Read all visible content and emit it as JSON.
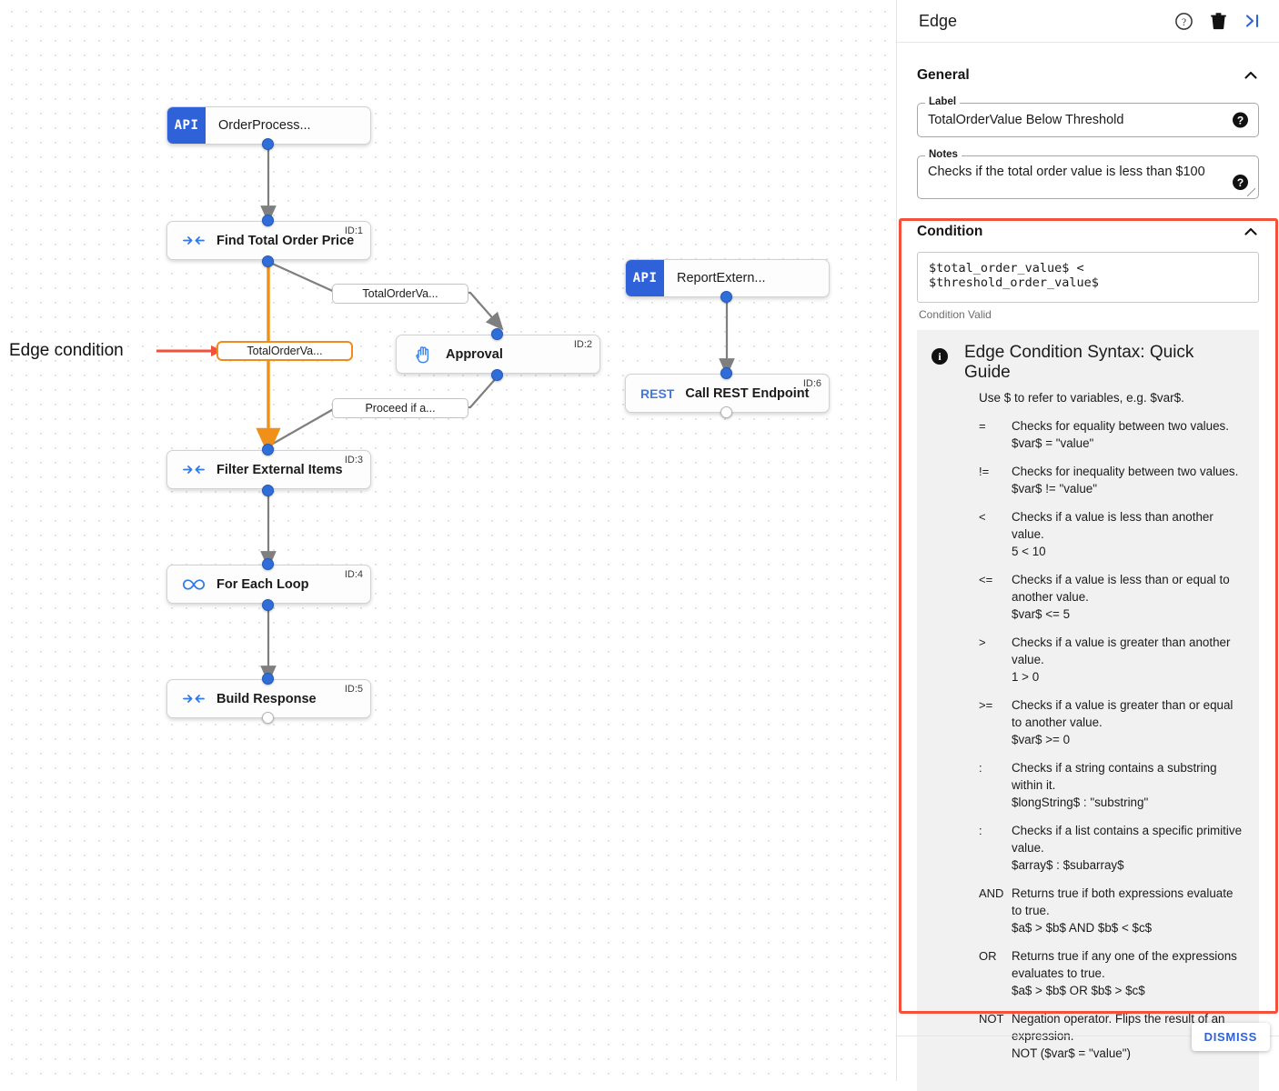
{
  "canvas": {
    "annotation": "Edge condition",
    "nodes": [
      {
        "id": "n0",
        "type": "api",
        "badge": "API",
        "title": "OrderProcess...",
        "idlabel": ""
      },
      {
        "id": "n1",
        "type": "icon",
        "icon": "arrows-in-icon",
        "title": "Find Total Order Price",
        "idlabel": "ID:1"
      },
      {
        "id": "n2",
        "type": "icon",
        "icon": "hand-icon",
        "title": "Approval",
        "idlabel": "ID:2"
      },
      {
        "id": "n3",
        "type": "icon",
        "icon": "arrows-in-icon",
        "title": "Filter External Items",
        "idlabel": "ID:3"
      },
      {
        "id": "n4",
        "type": "icon",
        "icon": "infinity-icon",
        "title": "For Each Loop",
        "idlabel": "ID:4"
      },
      {
        "id": "n5",
        "type": "icon",
        "icon": "arrows-in-icon",
        "title": "Build Response",
        "idlabel": "ID:5"
      },
      {
        "id": "n6",
        "type": "api",
        "badge": "API",
        "title": "ReportExtern...",
        "idlabel": ""
      },
      {
        "id": "n7",
        "type": "rest",
        "badge": "REST",
        "title": "Call REST Endpoint",
        "idlabel": "ID:6"
      }
    ],
    "edge_labels": [
      {
        "id": "el0",
        "text": "TotalOrderVa...",
        "selected": false
      },
      {
        "id": "el1",
        "text": "TotalOrderVa...",
        "selected": true
      },
      {
        "id": "el2",
        "text": "Proceed if a...",
        "selected": false
      }
    ],
    "colors": {
      "selected_edge": "#f09018",
      "normal_edge": "#7f7f7f",
      "node_accent": "#2f62d8",
      "annotation_arrow": "#f4513c"
    }
  },
  "panel": {
    "title": "Edge",
    "header_icons": [
      {
        "name": "help-icon",
        "glyph": "?"
      },
      {
        "name": "delete-icon",
        "glyph": "trash"
      },
      {
        "name": "collapse-panel-icon",
        "glyph": ">|"
      }
    ],
    "general": {
      "title": "General",
      "label_field": {
        "legend": "Label",
        "value": "TotalOrderValue Below Threshold"
      },
      "notes_field": {
        "legend": "Notes",
        "value": "Checks if the total order value is less than $100"
      }
    },
    "condition": {
      "title": "Condition",
      "expression": "$total_order_value$ < $threshold_order_value$",
      "helper": "Condition Valid",
      "highlight_color": "#f4513c",
      "guide": {
        "title": "Edge Condition Syntax: Quick Guide",
        "subtitle": "Use $ to refer to variables, e.g. $var$.",
        "operators": [
          {
            "symbol": "=",
            "desc": "Checks for equality between two values.",
            "example": "$var$ = \"value\""
          },
          {
            "symbol": "!=",
            "desc": "Checks for inequality between two values.",
            "example": "$var$ != \"value\""
          },
          {
            "symbol": "<",
            "desc": "Checks if a value is less than another value.",
            "example": "5 < 10"
          },
          {
            "symbol": "<=",
            "desc": "Checks if a value is less than or equal to another value.",
            "example": "$var$ <= 5"
          },
          {
            "symbol": ">",
            "desc": "Checks if a value is greater than another value.",
            "example": "1 > 0"
          },
          {
            "symbol": ">=",
            "desc": "Checks if a value is greater than or equal to another value.",
            "example": "$var$ >= 0"
          },
          {
            "symbol": ":",
            "desc": "Checks if a string contains a substring within it.",
            "example": "$longString$ : \"substring\""
          },
          {
            "symbol": ":",
            "desc": "Checks if a list contains a specific primitive value.",
            "example": "$array$ : $subarray$"
          },
          {
            "symbol": "AND",
            "desc": "Returns true if both expressions evaluate to true.",
            "example": "$a$ > $b$ AND $b$ < $c$"
          },
          {
            "symbol": "OR",
            "desc": "Returns true if any one of the expressions evaluates to true.",
            "example": "$a$ > $b$ OR $b$ > $c$"
          },
          {
            "symbol": "NOT",
            "desc": "Negation operator. Flips the result of an expression.",
            "example": "NOT ($var$ = \"value\")"
          }
        ]
      }
    },
    "dismiss_label": "DISMISS"
  }
}
